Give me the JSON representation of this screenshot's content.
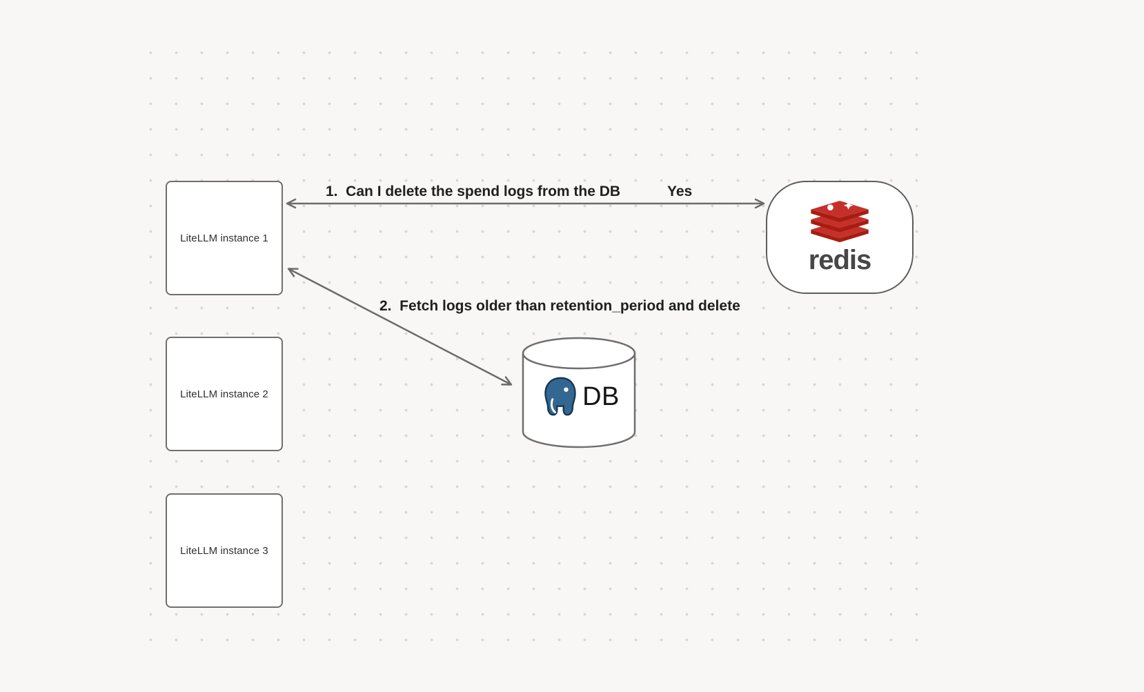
{
  "nodes": {
    "litellm1": {
      "label": "LiteLLM instance 1"
    },
    "litellm2": {
      "label": "LiteLLM instance 2"
    },
    "litellm3": {
      "label": "LiteLLM instance 3"
    },
    "redis": {
      "wordmark": "redis"
    },
    "db": {
      "label": "DB"
    }
  },
  "arrows": {
    "a1": {
      "label": "1.  Can I delete the spend logs from the DB",
      "response": "Yes"
    },
    "a2": {
      "label": "2.  Fetch logs older than retention_period and delete"
    }
  },
  "colors": {
    "background": "#f8f7f5",
    "dot_grid": "#d8d7d3",
    "node_border": "#6e6e6e",
    "arrow": "#6b6b6b",
    "redis_red": "#c6302b",
    "redis_dark_red": "#a41e11",
    "postgres_blue": "#336791"
  }
}
